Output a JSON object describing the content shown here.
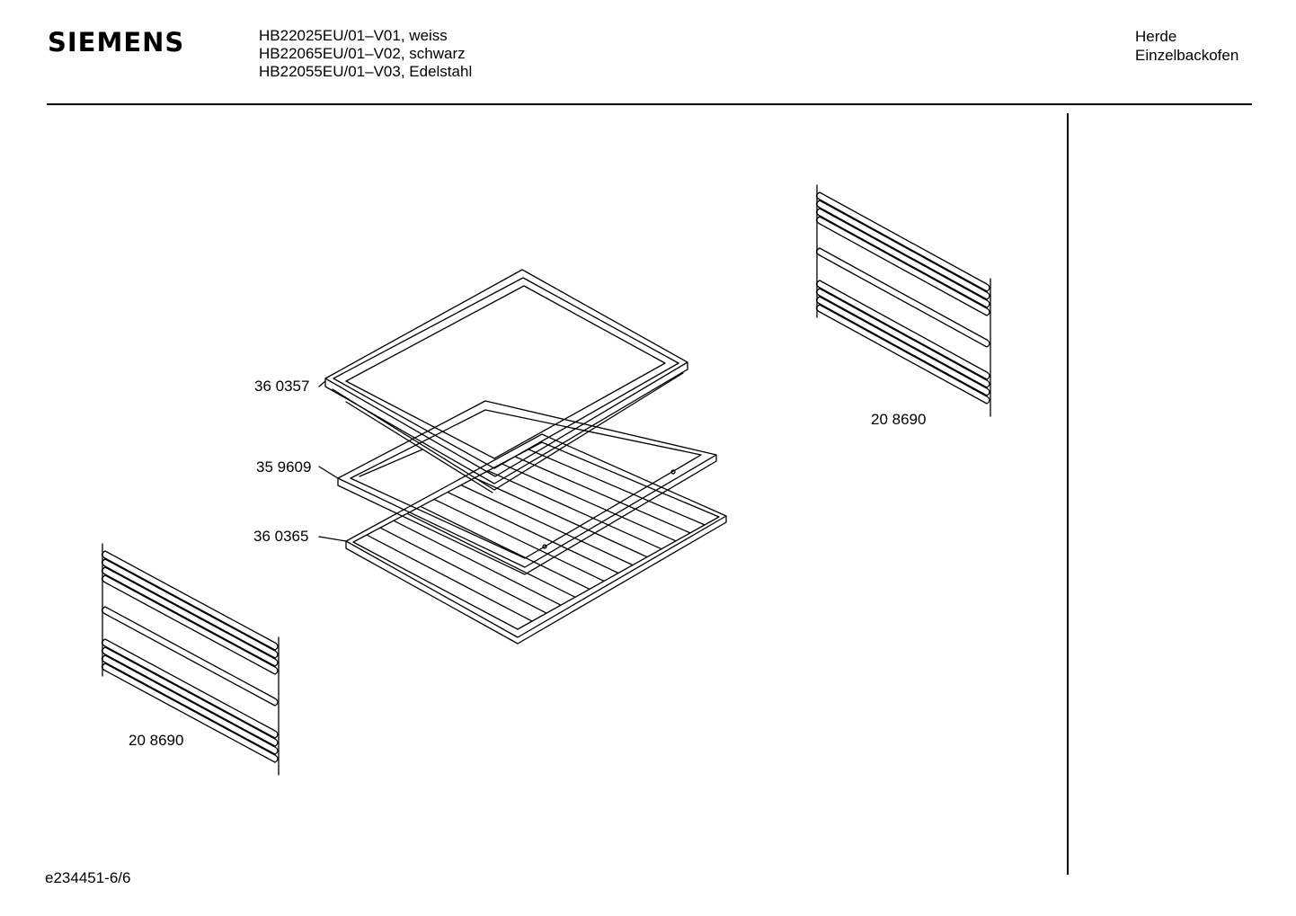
{
  "header": {
    "brand": "SIEMENS",
    "models": [
      "HB22025EU/01–V01, weiss",
      "HB22065EU/01–V02, schwarz",
      "HB22055EU/01–V03, Edelstahl"
    ],
    "category": [
      "Herde",
      "Einzelbackofen"
    ]
  },
  "parts": {
    "baking_tray": "36 0357",
    "tray_flat": "35 9609",
    "grid_rack": "36 0365",
    "rail_right": "20 8690",
    "rail_left": "20 8690"
  },
  "footer": {
    "doc_id": "e234451-6/6"
  }
}
